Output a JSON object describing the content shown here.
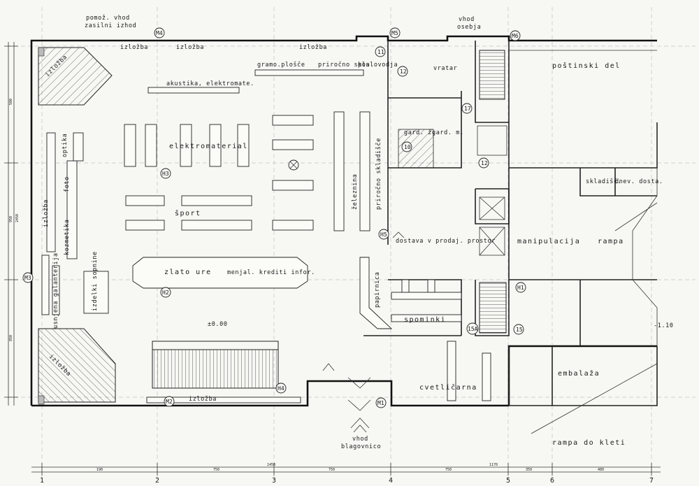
{
  "labels": {
    "pomoz_vhod": "pomož. vhod",
    "zasilni_izhod": "zasilni izhod",
    "vhod": "vhod",
    "osebja": "osebja",
    "izlozba_top1": "izložba",
    "izlozba_top2": "izložba",
    "izlozba_top3": "izložba",
    "izlozba_corner_nw": "izložba",
    "izlozba_left": "izložba",
    "izlozba_corner_sw": "izložba",
    "izlozba_bottom": "izložba",
    "gramo_plosce": "gramo.plošče",
    "pribor_skla": "priročno skla.",
    "poslovodja": "poslovodja",
    "akustika": "akustika, elektromate.",
    "vratar": "vratar",
    "postinski_del": "poštinski del",
    "elektromaterial": "elektromaterial",
    "optika": "optika",
    "kozmetika": "kozmetika",
    "foto": "foto",
    "sport": "šport",
    "zelezina": "železnina",
    "prirocno_skladisce": "priročno skladišče",
    "gard_z": "gard. ž.",
    "gard_m": "gard. m.",
    "skladisce": "skladišč.",
    "dnev_dosta": "dnev. dosta.",
    "dostava": "dostava v prodaj. prostor",
    "manipulacija": "manipulacija",
    "rampa": "rampa",
    "zlato_ure": "zlato  ure",
    "menjal_krediti": "menjal. krediti  infor.",
    "usnjena_galanterija": "usnjena galanterija",
    "izdelki_sopnine": "izdelki sopnine",
    "papirnica": "papirnica",
    "spominki": "spominki",
    "level_000": "±0.00",
    "level_110": "-1.10",
    "cvetlicarna": "cvetličarna",
    "embalaza": "embalaža",
    "vhod_bottom": "vhod",
    "blagovnico": "blagovnico",
    "rampa_do_kleti": "rampa do kleti"
  },
  "markers": {
    "M1": "M1",
    "M2": "M2",
    "M3": "M3",
    "M4": "M4",
    "M5": "M5",
    "M6": "M6",
    "H1": "H1",
    "H2": "H2",
    "H3": "H3",
    "H4": "H4",
    "H5": "H5",
    "r10": "10",
    "r11": "11",
    "r12a": "12",
    "r12b": "12",
    "r15": "15",
    "r15A": "15A",
    "r17": "17"
  },
  "axes": {
    "a1": "1",
    "a2": "2",
    "a3": "3",
    "a4": "4",
    "a5": "5",
    "a6": "6",
    "a7": "7"
  },
  "dimensions": {
    "d_190": "190",
    "d_750a": "750",
    "d_1450": "1450",
    "d_750b": "750",
    "d_1170": "1170",
    "d_350": "350",
    "d_480": "480",
    "s_500": "500",
    "s_950": "950",
    "s_2450": "2450",
    "s_850": "850"
  }
}
